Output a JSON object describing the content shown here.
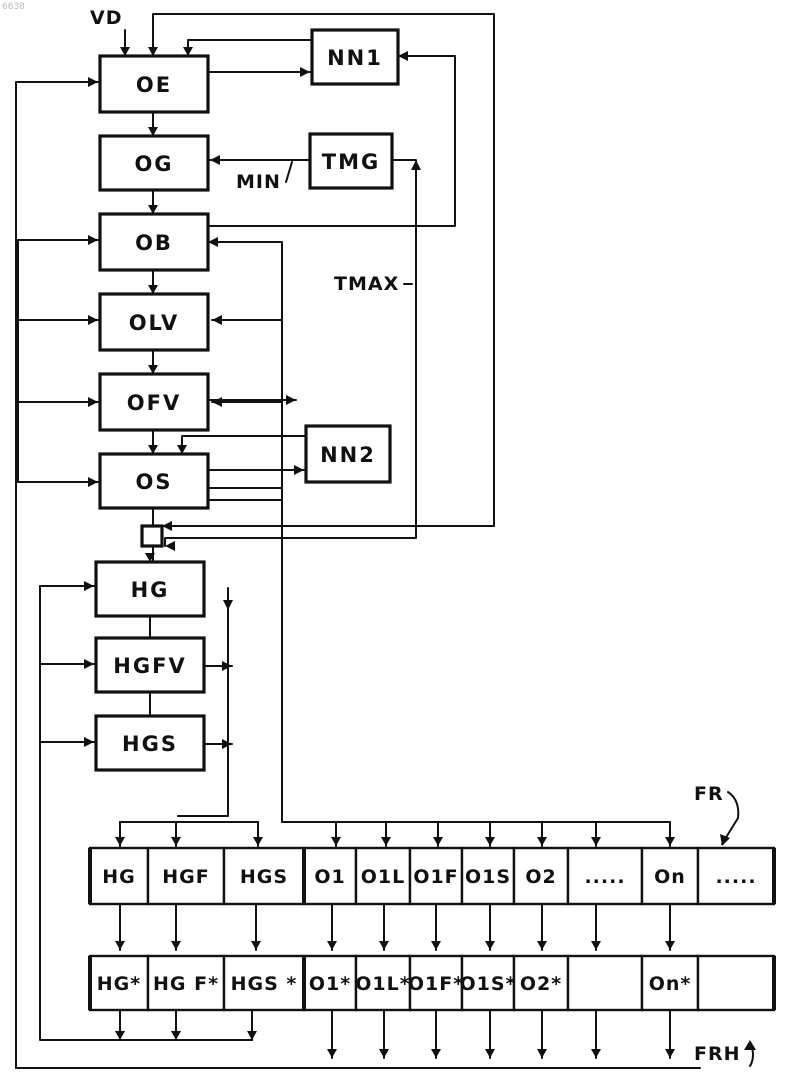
{
  "corner_id": "6638",
  "blocks": {
    "oe": "OE",
    "og": "OG",
    "ob": "OB",
    "olv": "OLV",
    "ofv": "OFV",
    "os": "OS",
    "hg": "HG",
    "hgfv": "HGFV",
    "hgs": "HGS",
    "nn1": "NN1",
    "tmg": "TMG",
    "nn2": "NN2"
  },
  "signals": {
    "vd": "VD",
    "min": "MIN",
    "tmax": "TMAX",
    "fr": "FR",
    "frh": "FRH"
  },
  "register_fr": [
    "HG",
    "HGF",
    "HGS",
    "O1",
    "O1L",
    "O1F",
    "O1S",
    "O2",
    ".....",
    "On",
    "....."
  ],
  "register_frh": [
    "HG*",
    "HG F*",
    "HGS *",
    "O1*",
    "O1L*",
    "O1F*",
    "O1S*",
    "O2*",
    "",
    "On*",
    ""
  ]
}
